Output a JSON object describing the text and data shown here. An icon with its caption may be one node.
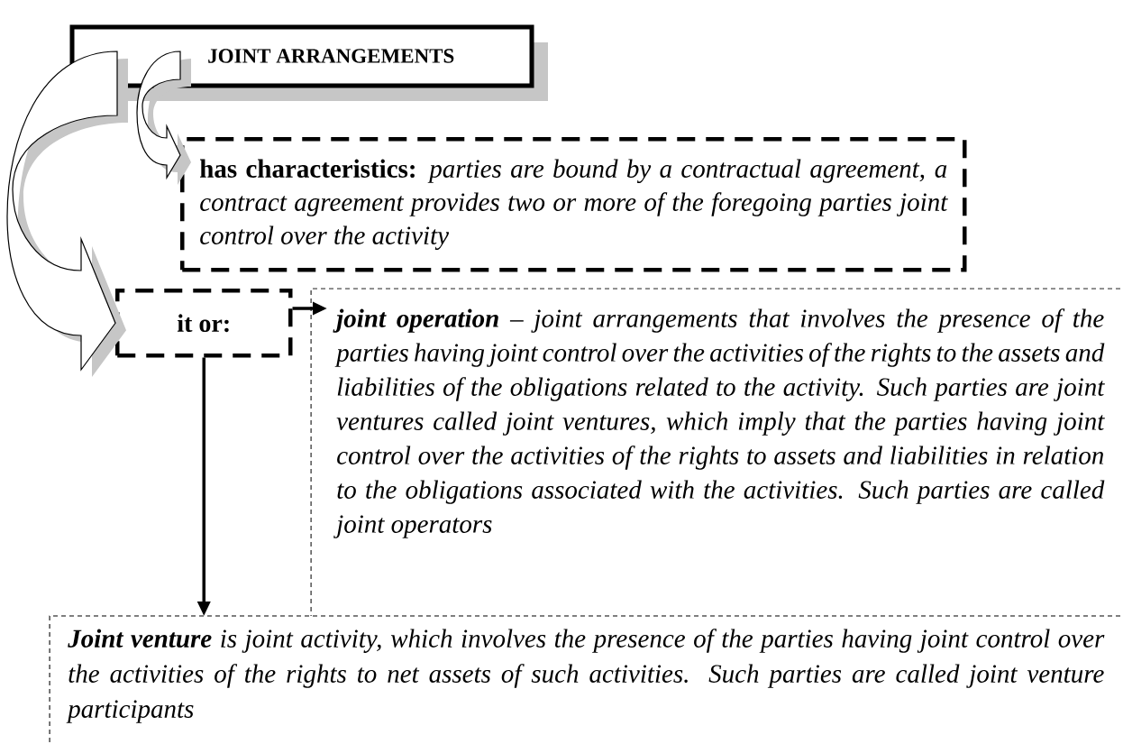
{
  "diagram": {
    "nodes": [
      {
        "text": [
          "JOINT ARRANGEMENTS"
        ]
      },
      {
        "text": [
          "**has characteristics:** *parties are bound by a contractual agreement, a contract agreement provides two or more of the foregoing parties joint control over the activity*"
        ]
      },
      {
        "text": [
          "it or:"
        ]
      },
      {
        "text": [
          "**joint operation** – joint arrangements that involves the presence of the parties having joint control over the activities of the rights to the assets and liabilities of the obligations related to the activity. Such parties are joint ventures called joint ventures, which imply that the parties having joint control over the activities of the rights to assets and liabilities in relation to the obligations associated with the activities. Such parties are called joint operators"
        ]
      },
      {
        "text": [
          "**Joint venture** is joint activity, which involves the presence of the parties having joint control over the activities of the rights to net assets of such activities. Such parties are called joint venture participants"
        ]
      }
    ],
    "edges": [
      {
        "from": 0,
        "to": 1,
        "arrow": "to",
        "style": "thick"
      },
      {
        "from": 0,
        "to": 2,
        "arrow": "to",
        "style": "thick"
      },
      {
        "from": 2,
        "to": 3,
        "arrow": "to"
      },
      {
        "from": 2,
        "to": 4,
        "arrow": "to"
      }
    ]
  }
}
